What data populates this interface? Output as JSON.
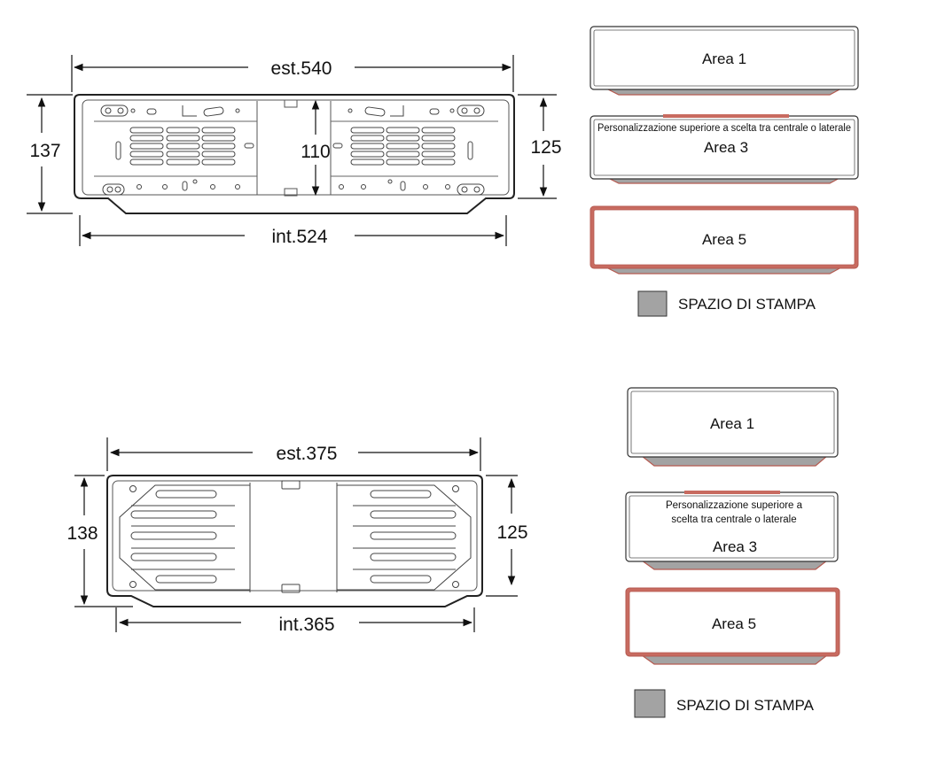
{
  "colors": {
    "print_fill": "#a3a3a3",
    "print_edge": "#b55a50",
    "outline": "#222222",
    "line": "#333333"
  },
  "plate_large": {
    "width_ext": "est.540",
    "width_int": "int.524",
    "height_left": "137",
    "height_inner": "110",
    "height_right": "125"
  },
  "plate_small": {
    "width_ext": "est.375",
    "width_int": "int.365",
    "height_left": "138",
    "height_right": "125"
  },
  "group_top": {
    "area1": "Area 1",
    "area3_note": "Personalizzazione superiore a scelta tra centrale o laterale",
    "area3": "Area 3",
    "area5": "Area 5",
    "legend": "SPAZIO DI STAMPA"
  },
  "group_bottom": {
    "area1": "Area 1",
    "area3_note_1": "Personalizzazione superiore a",
    "area3_note_2": "scelta tra centrale o laterale",
    "area3": "Area 3",
    "area5": "Area 5",
    "legend": "SPAZIO DI STAMPA"
  }
}
